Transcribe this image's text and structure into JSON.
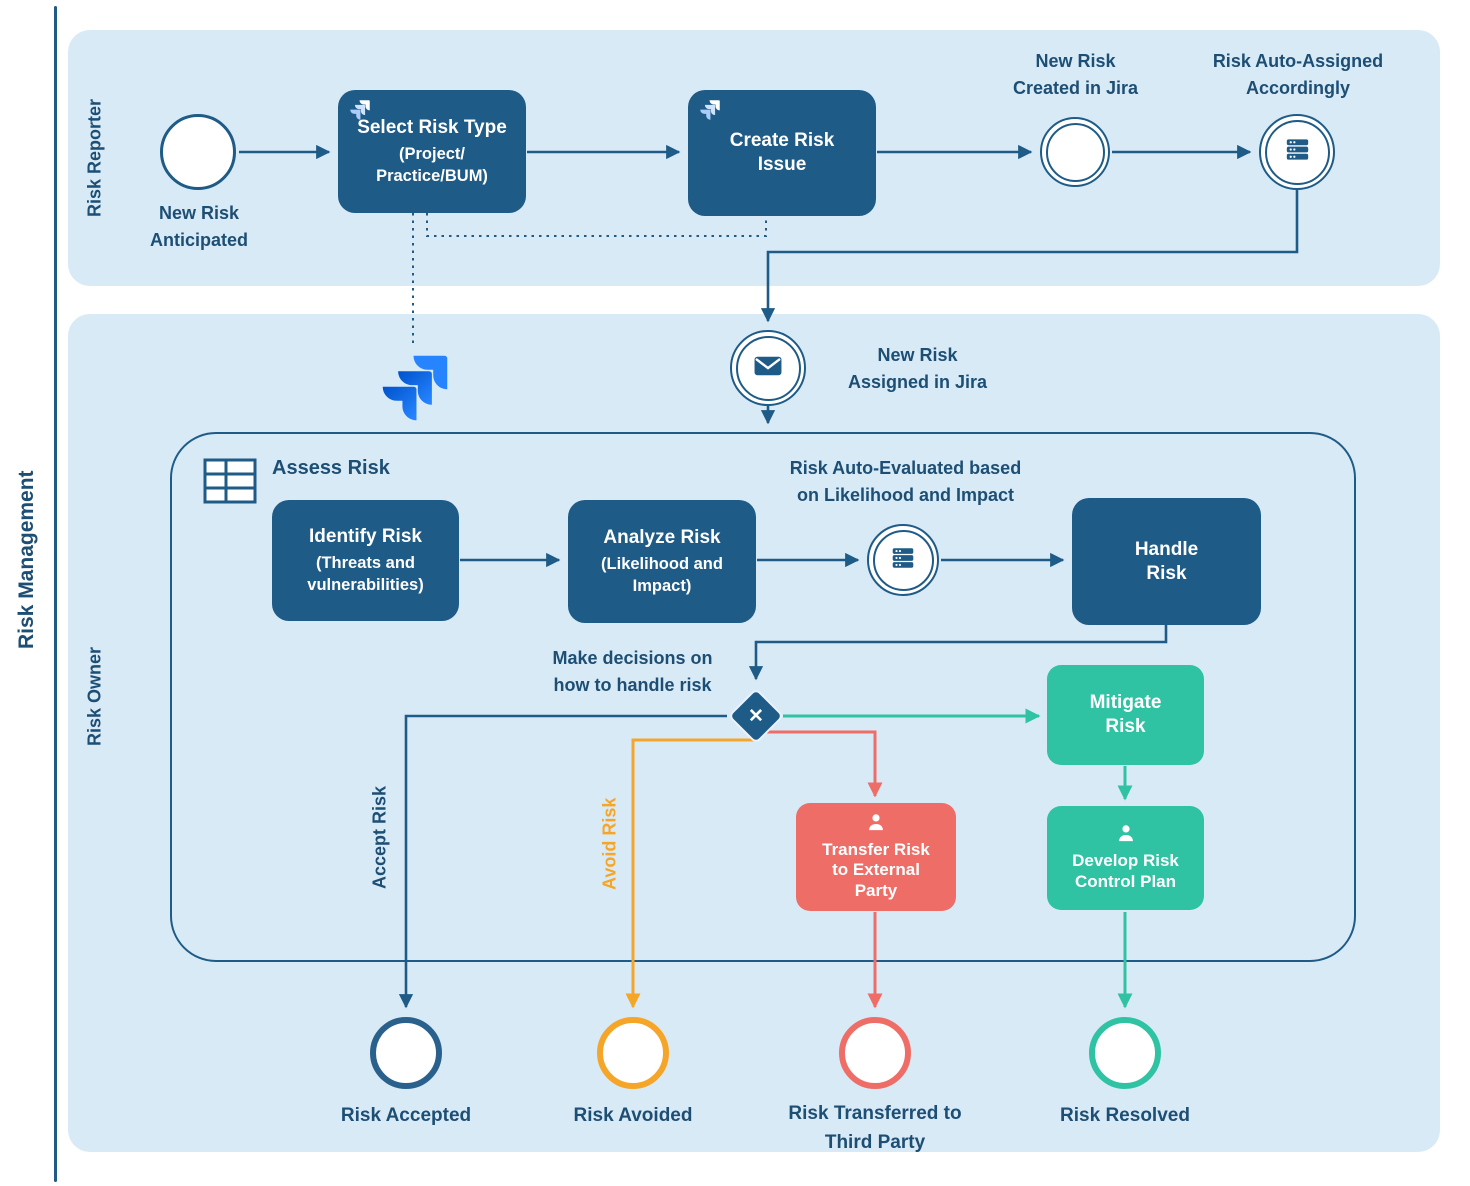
{
  "pool": {
    "title": "Risk Management"
  },
  "lanes": {
    "reporter": {
      "label": "Risk Reporter"
    },
    "owner": {
      "label": "Risk Owner"
    }
  },
  "reporter": {
    "start_event_label": "New Risk\nAnticipated",
    "select_task": {
      "title": "Select Risk Type",
      "subtitle": "(Project/\nPractice/BUM)"
    },
    "create_task": {
      "title": "Create Risk\nIssue"
    },
    "created_event_label": "New Risk\nCreated in Jira",
    "assigned_event_label": "Risk Auto-Assigned\nAccordingly"
  },
  "owner": {
    "message_event_label": "New Risk\nAssigned in Jira",
    "subprocess_title": "Assess Risk",
    "identify_task": {
      "title": "Identify Risk",
      "subtitle": "(Threats and\nvulnerabilities)"
    },
    "analyze_task": {
      "title": "Analyze Risk",
      "subtitle": "(Likelihood and\nImpact)"
    },
    "evaluated_event_label": "Risk Auto-Evaluated based\non Likelihood and Impact",
    "handle_task": {
      "title": "Handle\nRisk"
    },
    "gateway_label": "Make decisions on\nhow to handle risk",
    "accept_branch_label": "Accept Risk",
    "avoid_branch_label": "Avoid Risk",
    "mitigate_task": {
      "title": "Mitigate\nRisk"
    },
    "transfer_task": {
      "title": "Transfer Risk\nto External\nParty"
    },
    "develop_task": {
      "title": "Develop Risk\nControl Plan"
    },
    "end_accepted_label": "Risk Accepted",
    "end_avoided_label": "Risk Avoided",
    "end_transferred_label": "Risk Transferred to\nThird Party",
    "end_resolved_label": "Risk Resolved"
  },
  "icons": {
    "jira": "jira-logo",
    "server": "server-stack-icon",
    "envelope": "envelope-icon",
    "table": "table-grid-icon",
    "person": "person-icon",
    "gateway_x": "✕"
  },
  "colors": {
    "dark_blue": "#1e5b87",
    "navy_text": "#1d4e74",
    "teal": "#2fc3a4",
    "red": "#ee6e67",
    "orange": "#f5a628",
    "lane_bg": "#d9eaf7",
    "jira_blue": "#2684FF"
  }
}
